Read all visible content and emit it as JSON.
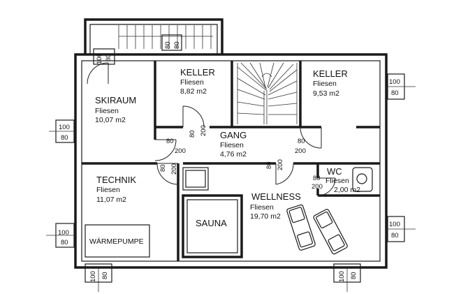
{
  "rooms": {
    "keller1": {
      "name": "KELLER",
      "floor": "Fliesen",
      "area": "8,82 m2"
    },
    "keller2": {
      "name": "KELLER",
      "floor": "Fliesen",
      "area": "9,53 m2"
    },
    "skiraum": {
      "name": "SKIRAUM",
      "floor": "Fliesen",
      "area": "10,07 m2"
    },
    "gang": {
      "name": "GANG",
      "floor": "Fliesen",
      "area": "4,76 m2"
    },
    "technik": {
      "name": "TECHNIK",
      "floor": "Fliesen",
      "area": "11,07 m2"
    },
    "wc": {
      "name": "WC",
      "floor": "Fliesen",
      "area": "2,00 m2"
    },
    "wellness": {
      "name": "WELLNESS",
      "floor": "Fliesen",
      "area": "19,70 m2"
    },
    "sauna": {
      "name": "SAUNA"
    },
    "waermepumpe": {
      "name": "WÄRMEPUMPE"
    }
  },
  "dimensions": {
    "d80": "80",
    "d100": "100",
    "d200": "200"
  }
}
